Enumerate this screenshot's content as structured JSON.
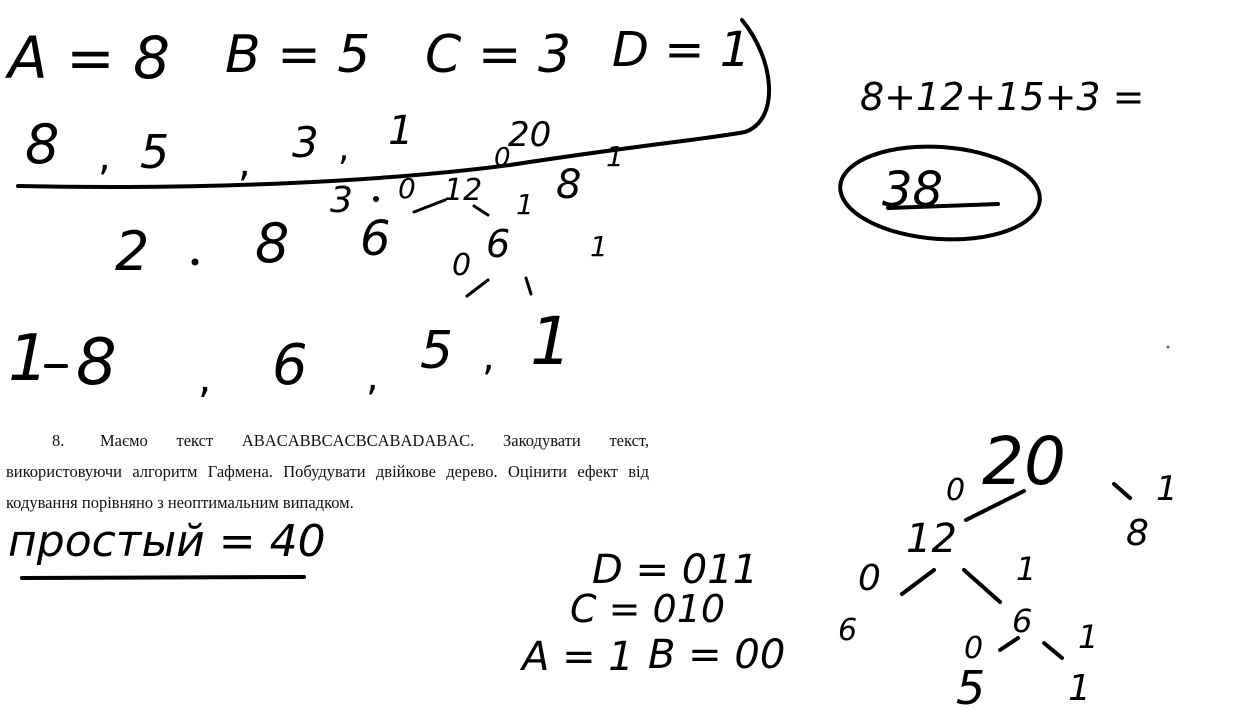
{
  "task": {
    "number": "8.",
    "text": "Маємо текст ABACABBCACBCABADABAC. Закодувати текст, використовуючи алгоритм Гафмена. Побудувати двійкове дерево. Оцінити ефект від кодування порівняно з неоптимальним випадком."
  },
  "handwriting": {
    "counts": {
      "a": "A = 8",
      "b": "B = 5",
      "c": "C = 3",
      "d": "D = 1"
    },
    "row1": {
      "v1": "8",
      "v2": "5",
      "v3": "3",
      "v4": "1"
    },
    "tree_top": {
      "sum": "20",
      "zero": "0",
      "one": "1"
    },
    "row2": {
      "v1": "3",
      "v2": "0",
      "v3": "12",
      "v4": "1",
      "v5": "8"
    },
    "row3": {
      "v1": "2",
      "v2": "8",
      "v3": "6",
      "v4": "0",
      "v5": "6",
      "v6": "1"
    },
    "row4": {
      "v1": "1",
      "v2": "8",
      "v3": "6",
      "v4": "5",
      "v5": "1"
    },
    "sum_expr": "8+12+15+3 =",
    "sum_result": "38",
    "simple": "простый = 40",
    "codes": {
      "d": "D = 011",
      "c": "C = 010",
      "a": "A = 1",
      "b": "B = 00"
    },
    "tree": {
      "root": "20",
      "root0": "0",
      "root1": "1",
      "leaf8": "8",
      "n12": "12",
      "n12_0": "0",
      "n12_1": "1",
      "leaf6": "6",
      "n6": "6",
      "n6_0": "0",
      "n6_1": "1",
      "leaf5": "5",
      "leaf1": "1"
    }
  }
}
